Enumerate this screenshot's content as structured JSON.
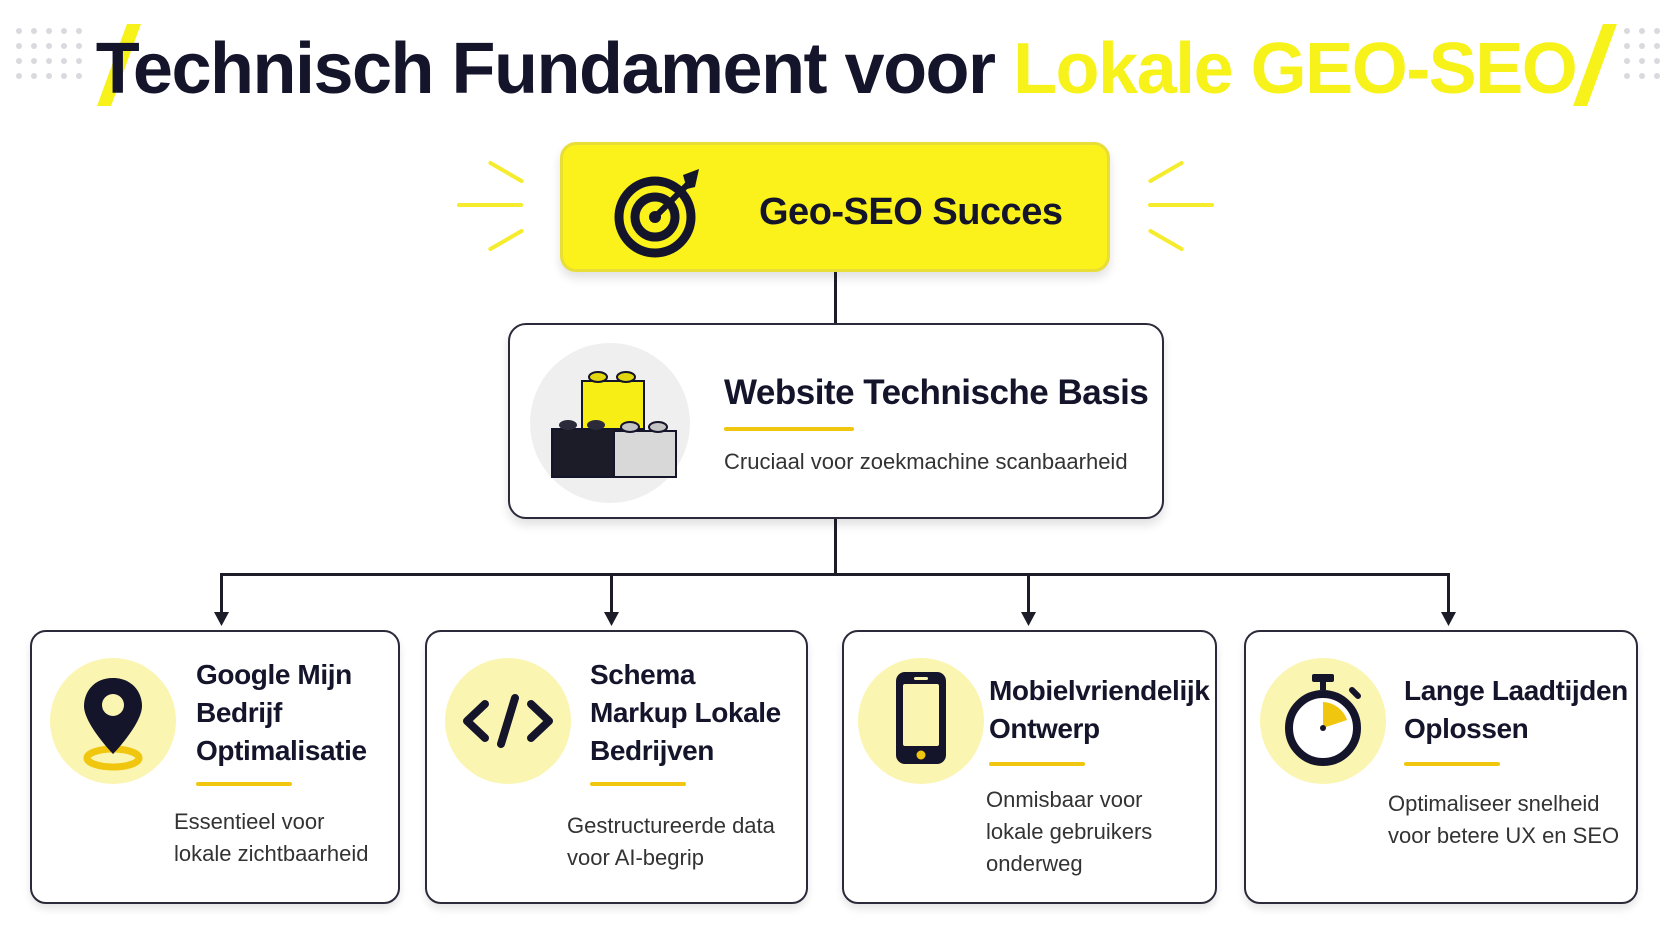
{
  "title": {
    "part1": "Technisch Fundament voor ",
    "highlight": "Lokale GEO-SEO"
  },
  "goal": {
    "label": "Geo-SEO Succes",
    "icon": "target-icon"
  },
  "basis": {
    "title": "Website Technische Basis",
    "description": "Cruciaal voor zoekmachine scanbaarheid",
    "icon": "building-blocks-icon"
  },
  "cards": [
    {
      "title": [
        "Google Mijn",
        "Bedrijf",
        "Optimalisatie"
      ],
      "description": [
        "Essentieel voor",
        "lokale zichtbaarheid"
      ],
      "icon": "map-pin-icon"
    },
    {
      "title": [
        "Schema",
        "Markup Lokale",
        "Bedrijven"
      ],
      "description": [
        "Gestructureerde data",
        "voor AI-begrip"
      ],
      "icon": "code-icon"
    },
    {
      "title": [
        "Mobielvriendelijk",
        "Ontwerp"
      ],
      "description": [
        "Onmisbaar voor",
        "lokale gebruikers",
        "onderweg"
      ],
      "icon": "smartphone-icon"
    },
    {
      "title": [
        "Lange Laadtijden",
        "Oplossen"
      ],
      "description": [
        "Optimaliseer snelheid",
        "voor betere UX en SEO"
      ],
      "icon": "stopwatch-icon"
    }
  ],
  "colors": {
    "accent": "#f7f21a",
    "rule": "#f1c60e",
    "ink": "#14142b",
    "icon_bg": "#fbf5b2"
  }
}
